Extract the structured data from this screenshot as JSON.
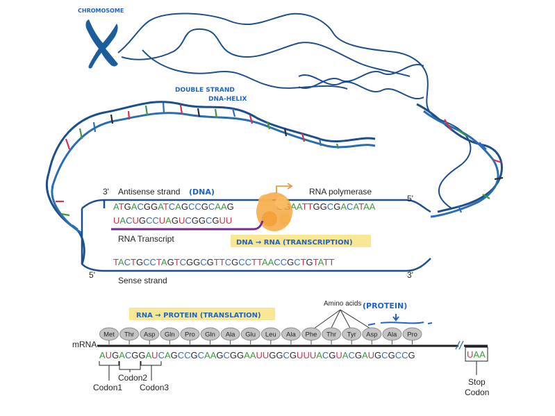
{
  "annotations": {
    "chromosome": "CHROMOSOME",
    "double_strand_line1": "DOUBLE STRAND",
    "double_strand_line2": "DNA-HELIX",
    "dna_note": "(DNA)",
    "transcription_note": "DNA → RNA (TRANSCRIPTION)",
    "translation_note": "RNA → PROTEIN (TRANSLATION)",
    "protein_note": "(PROTEIN)"
  },
  "labels": {
    "three_prime": "3'",
    "five_prime": "5'",
    "antisense": "Antisense strand",
    "rna_polymerase": "RNA polymerase",
    "rna_transcript": "RNA Transcript",
    "sense_strand": "Sense strand",
    "amino_acids": "Amino acids",
    "mrna": "mRNA",
    "codon1": "Codon1",
    "codon2": "Codon2",
    "codon3": "Codon3",
    "stop_line1": "Stop",
    "stop_line2": "Codon"
  },
  "sequences": {
    "antisense_left": "ATGACGGATCAGCCGCAAG",
    "antisense_right": "GGAATTGGCGACATAA",
    "rna_transcript": "UACUGCCUAGUCGGCGUU",
    "sense": "TACTGCCTAGTCGGCGTTCGCCTTAACCGCTGTATT",
    "mrna": "AUGACGGAUCAGCCGCAAGCGGAAUUGGCGUUUACGUACGAUGCGCCG",
    "stop": "UAA"
  },
  "amino_acids": [
    "Met",
    "Thr",
    "Asp",
    "Gln",
    "Pro",
    "Gln",
    "Ala",
    "Glu",
    "Leu",
    "Ala",
    "Phe",
    "Thr",
    "Tyr",
    "Asp",
    "Ala",
    "Pro"
  ],
  "colors": {
    "A": "#3a9a3a",
    "T": "#d0334a",
    "U": "#d0334a",
    "G": "#2b2b2b",
    "C": "#2f6bc4",
    "backbone": "#1c4f8c",
    "transcript_line": "#7a2a8c",
    "highlight": "#f6e27a",
    "annotation": "#1f63c6",
    "polymerase": "#f5a742"
  }
}
